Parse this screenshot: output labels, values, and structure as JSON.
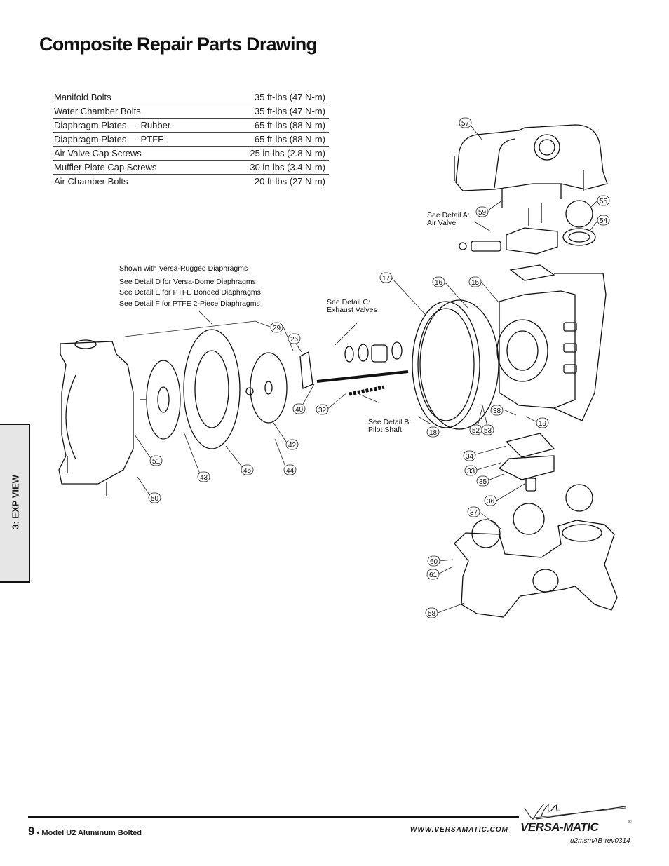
{
  "title": "Composite Repair Parts Drawing",
  "torque_specs": [
    {
      "part": "Manifold Bolts",
      "value": "35 ft-lbs (47 N-m)"
    },
    {
      "part": "Water Chamber Bolts",
      "value": "35 ft-lbs (47 N-m)"
    },
    {
      "part": "Diaphragm Plates — Rubber",
      "value": "65 ft-lbs (88 N-m)"
    },
    {
      "part": "Diaphragm Plates — PTFE",
      "value": "65 ft-lbs (88 N-m)"
    },
    {
      "part": "Air Valve Cap Screws",
      "value": "25 in-lbs (2.8 N-m)"
    },
    {
      "part": "Muffler Plate Cap Screws",
      "value": "30 in-lbs (3.4 N-m)"
    },
    {
      "part": "Air Chamber Bolts",
      "value": "20 ft-lbs (27 N-m)"
    }
  ],
  "side_tab": "3: EXP VIEW",
  "drawing": {
    "notes": {
      "diaphragms_1": "Shown with Versa-Rugged Diaphragms",
      "diaphragms_2": "See Detail D for Versa-Dome Diaphragms",
      "diaphragms_3": "See Detail E for PTFE Bonded Diaphragms",
      "diaphragms_4": "See Detail F for PTFE 2-Piece Diaphragms",
      "detail_a_1": "See Detail A:",
      "detail_a_2": "Air Valve",
      "detail_b_1": "See Detail B:",
      "detail_b_2": "Pilot Shaft",
      "detail_c_1": "See Detail C:",
      "detail_c_2": "Exhaust Valves"
    },
    "callouts": {
      "c57": "57",
      "c59": "59",
      "c55": "55",
      "c54": "54",
      "c17": "17",
      "c16": "16",
      "c15": "15",
      "c29": "29",
      "c26": "26",
      "c40": "40",
      "c32": "32",
      "c18": "18",
      "c52": "52",
      "c53": "53",
      "c38": "38",
      "c19": "19",
      "c51": "51",
      "c43": "43",
      "c45": "45",
      "c44": "44",
      "c42": "42",
      "c50": "50",
      "c34": "34",
      "c33": "33",
      "c35": "35",
      "c36": "36",
      "c37": "37",
      "c60": "60",
      "c61": "61",
      "c58": "58"
    }
  },
  "footer": {
    "page_number": "9",
    "model": " • Model U2 Aluminum Bolted",
    "url": "WWW.VERSAMATIC.COM",
    "brand": "VERSA-MATIC",
    "reg": "®",
    "revision": "u2msmAB-rev0314"
  }
}
